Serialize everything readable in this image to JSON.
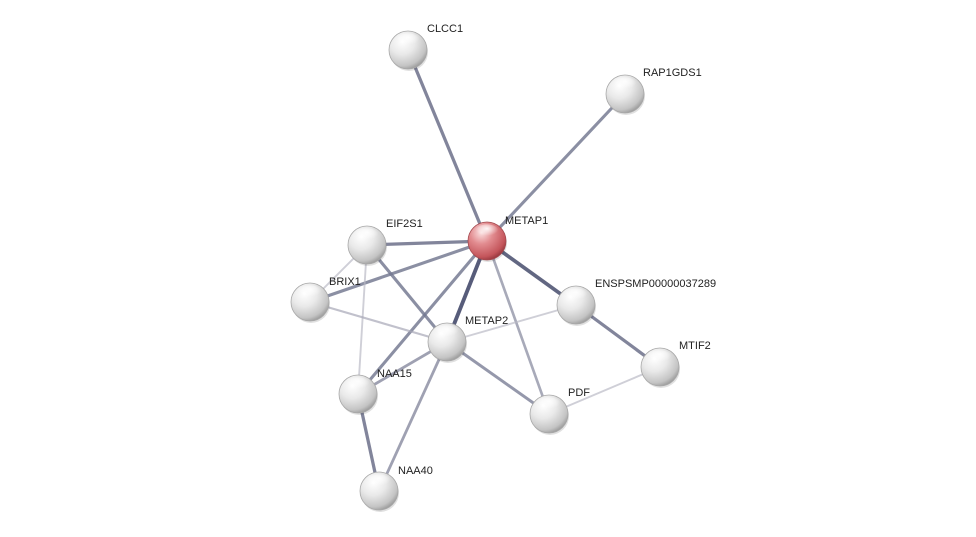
{
  "network": {
    "nodes": [
      {
        "id": "METAP1",
        "label": "METAP1",
        "query": true
      },
      {
        "id": "CLCC1",
        "label": "CLCC1",
        "query": false
      },
      {
        "id": "RAP1GDS1",
        "label": "RAP1GDS1",
        "query": false
      },
      {
        "id": "EIF2S1",
        "label": "EIF2S1",
        "query": false
      },
      {
        "id": "BRIX1",
        "label": "BRIX1",
        "query": false
      },
      {
        "id": "ENSPSMP00000037289",
        "label": "ENSPSMP00000037289",
        "query": false
      },
      {
        "id": "METAP2",
        "label": "METAP2",
        "query": false
      },
      {
        "id": "MTIF2",
        "label": "MTIF2",
        "query": false
      },
      {
        "id": "NAA15",
        "label": "NAA15",
        "query": false
      },
      {
        "id": "PDF",
        "label": "PDF",
        "query": false
      },
      {
        "id": "NAA40",
        "label": "NAA40",
        "query": false
      }
    ],
    "edges": [
      {
        "source": "METAP1",
        "target": "CLCC1",
        "confidence": 0.75
      },
      {
        "source": "METAP1",
        "target": "RAP1GDS1",
        "confidence": 0.7
      },
      {
        "source": "METAP1",
        "target": "EIF2S1",
        "confidence": 0.75
      },
      {
        "source": "METAP1",
        "target": "BRIX1",
        "confidence": 0.7
      },
      {
        "source": "METAP1",
        "target": "ENSPSMP00000037289",
        "confidence": 0.9
      },
      {
        "source": "METAP1",
        "target": "METAP2",
        "confidence": 0.95
      },
      {
        "source": "METAP1",
        "target": "NAA15",
        "confidence": 0.7
      },
      {
        "source": "METAP1",
        "target": "PDF",
        "confidence": 0.55
      },
      {
        "source": "EIF2S1",
        "target": "BRIX1",
        "confidence": 0.3
      },
      {
        "source": "EIF2S1",
        "target": "METAP2",
        "confidence": 0.7
      },
      {
        "source": "EIF2S1",
        "target": "NAA15",
        "confidence": 0.3
      },
      {
        "source": "BRIX1",
        "target": "METAP2",
        "confidence": 0.4
      },
      {
        "source": "METAP2",
        "target": "ENSPSMP00000037289",
        "confidence": 0.3
      },
      {
        "source": "METAP2",
        "target": "NAA15",
        "confidence": 0.6
      },
      {
        "source": "METAP2",
        "target": "PDF",
        "confidence": 0.65
      },
      {
        "source": "METAP2",
        "target": "NAA40",
        "confidence": 0.6
      },
      {
        "source": "ENSPSMP00000037289",
        "target": "MTIF2",
        "confidence": 0.75
      },
      {
        "source": "MTIF2",
        "target": "PDF",
        "confidence": 0.3
      },
      {
        "source": "NAA15",
        "target": "NAA40",
        "confidence": 0.75
      }
    ],
    "colors": {
      "query_node": "#d9777c",
      "other_node": "#e6e6e6",
      "edge_strong": "#4a5070",
      "edge_weak": "#b8b8c4"
    }
  }
}
